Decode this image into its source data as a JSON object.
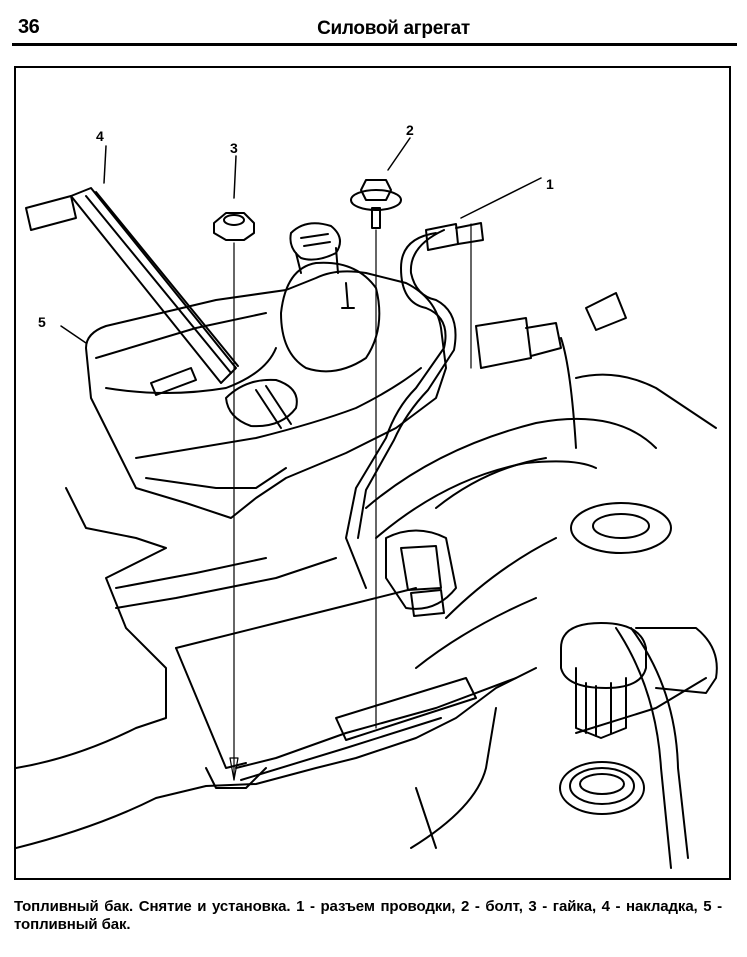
{
  "header": {
    "page_number": "36",
    "running_title": "Силовой агрегат"
  },
  "figure": {
    "subject": "fuel-tank-removal-installation",
    "callouts": [
      {
        "number": "1",
        "label": "разъем проводки"
      },
      {
        "number": "2",
        "label": "болт"
      },
      {
        "number": "3",
        "label": "гайка"
      },
      {
        "number": "4",
        "label": "накладка"
      },
      {
        "number": "5",
        "label": "топливный бак"
      }
    ]
  },
  "caption": {
    "text": "Топливный бак. Снятие и установка. 1 - разъем проводки, 2 - болт, 3 - гайка, 4 - накладка, 5 - топливный бак."
  }
}
